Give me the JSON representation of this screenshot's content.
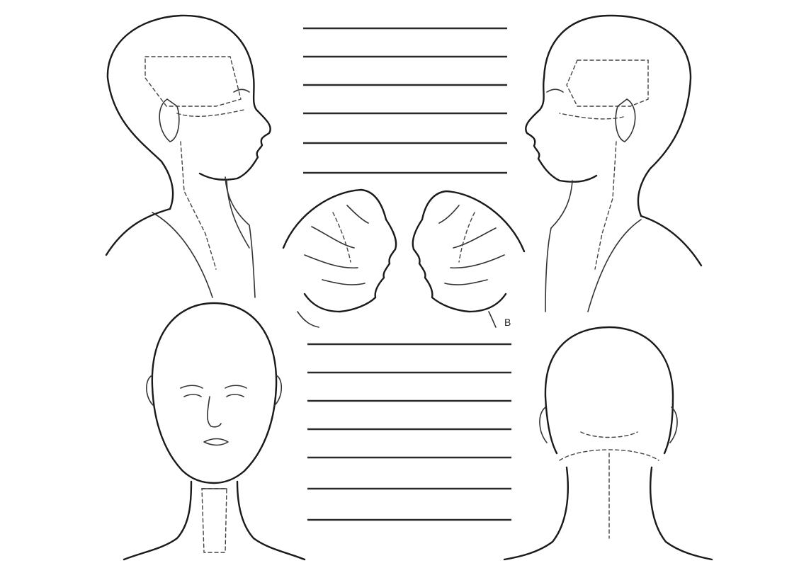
{
  "figure": {
    "panel_label": "B",
    "answer_line_groups": [
      {
        "name": "upper-lines",
        "count": 6
      },
      {
        "name": "lower-lines",
        "count": 7
      }
    ],
    "views": [
      "head-profile-right",
      "head-profile-left",
      "head-front",
      "head-back",
      "face-muscles-right",
      "face-muscles-left"
    ]
  }
}
